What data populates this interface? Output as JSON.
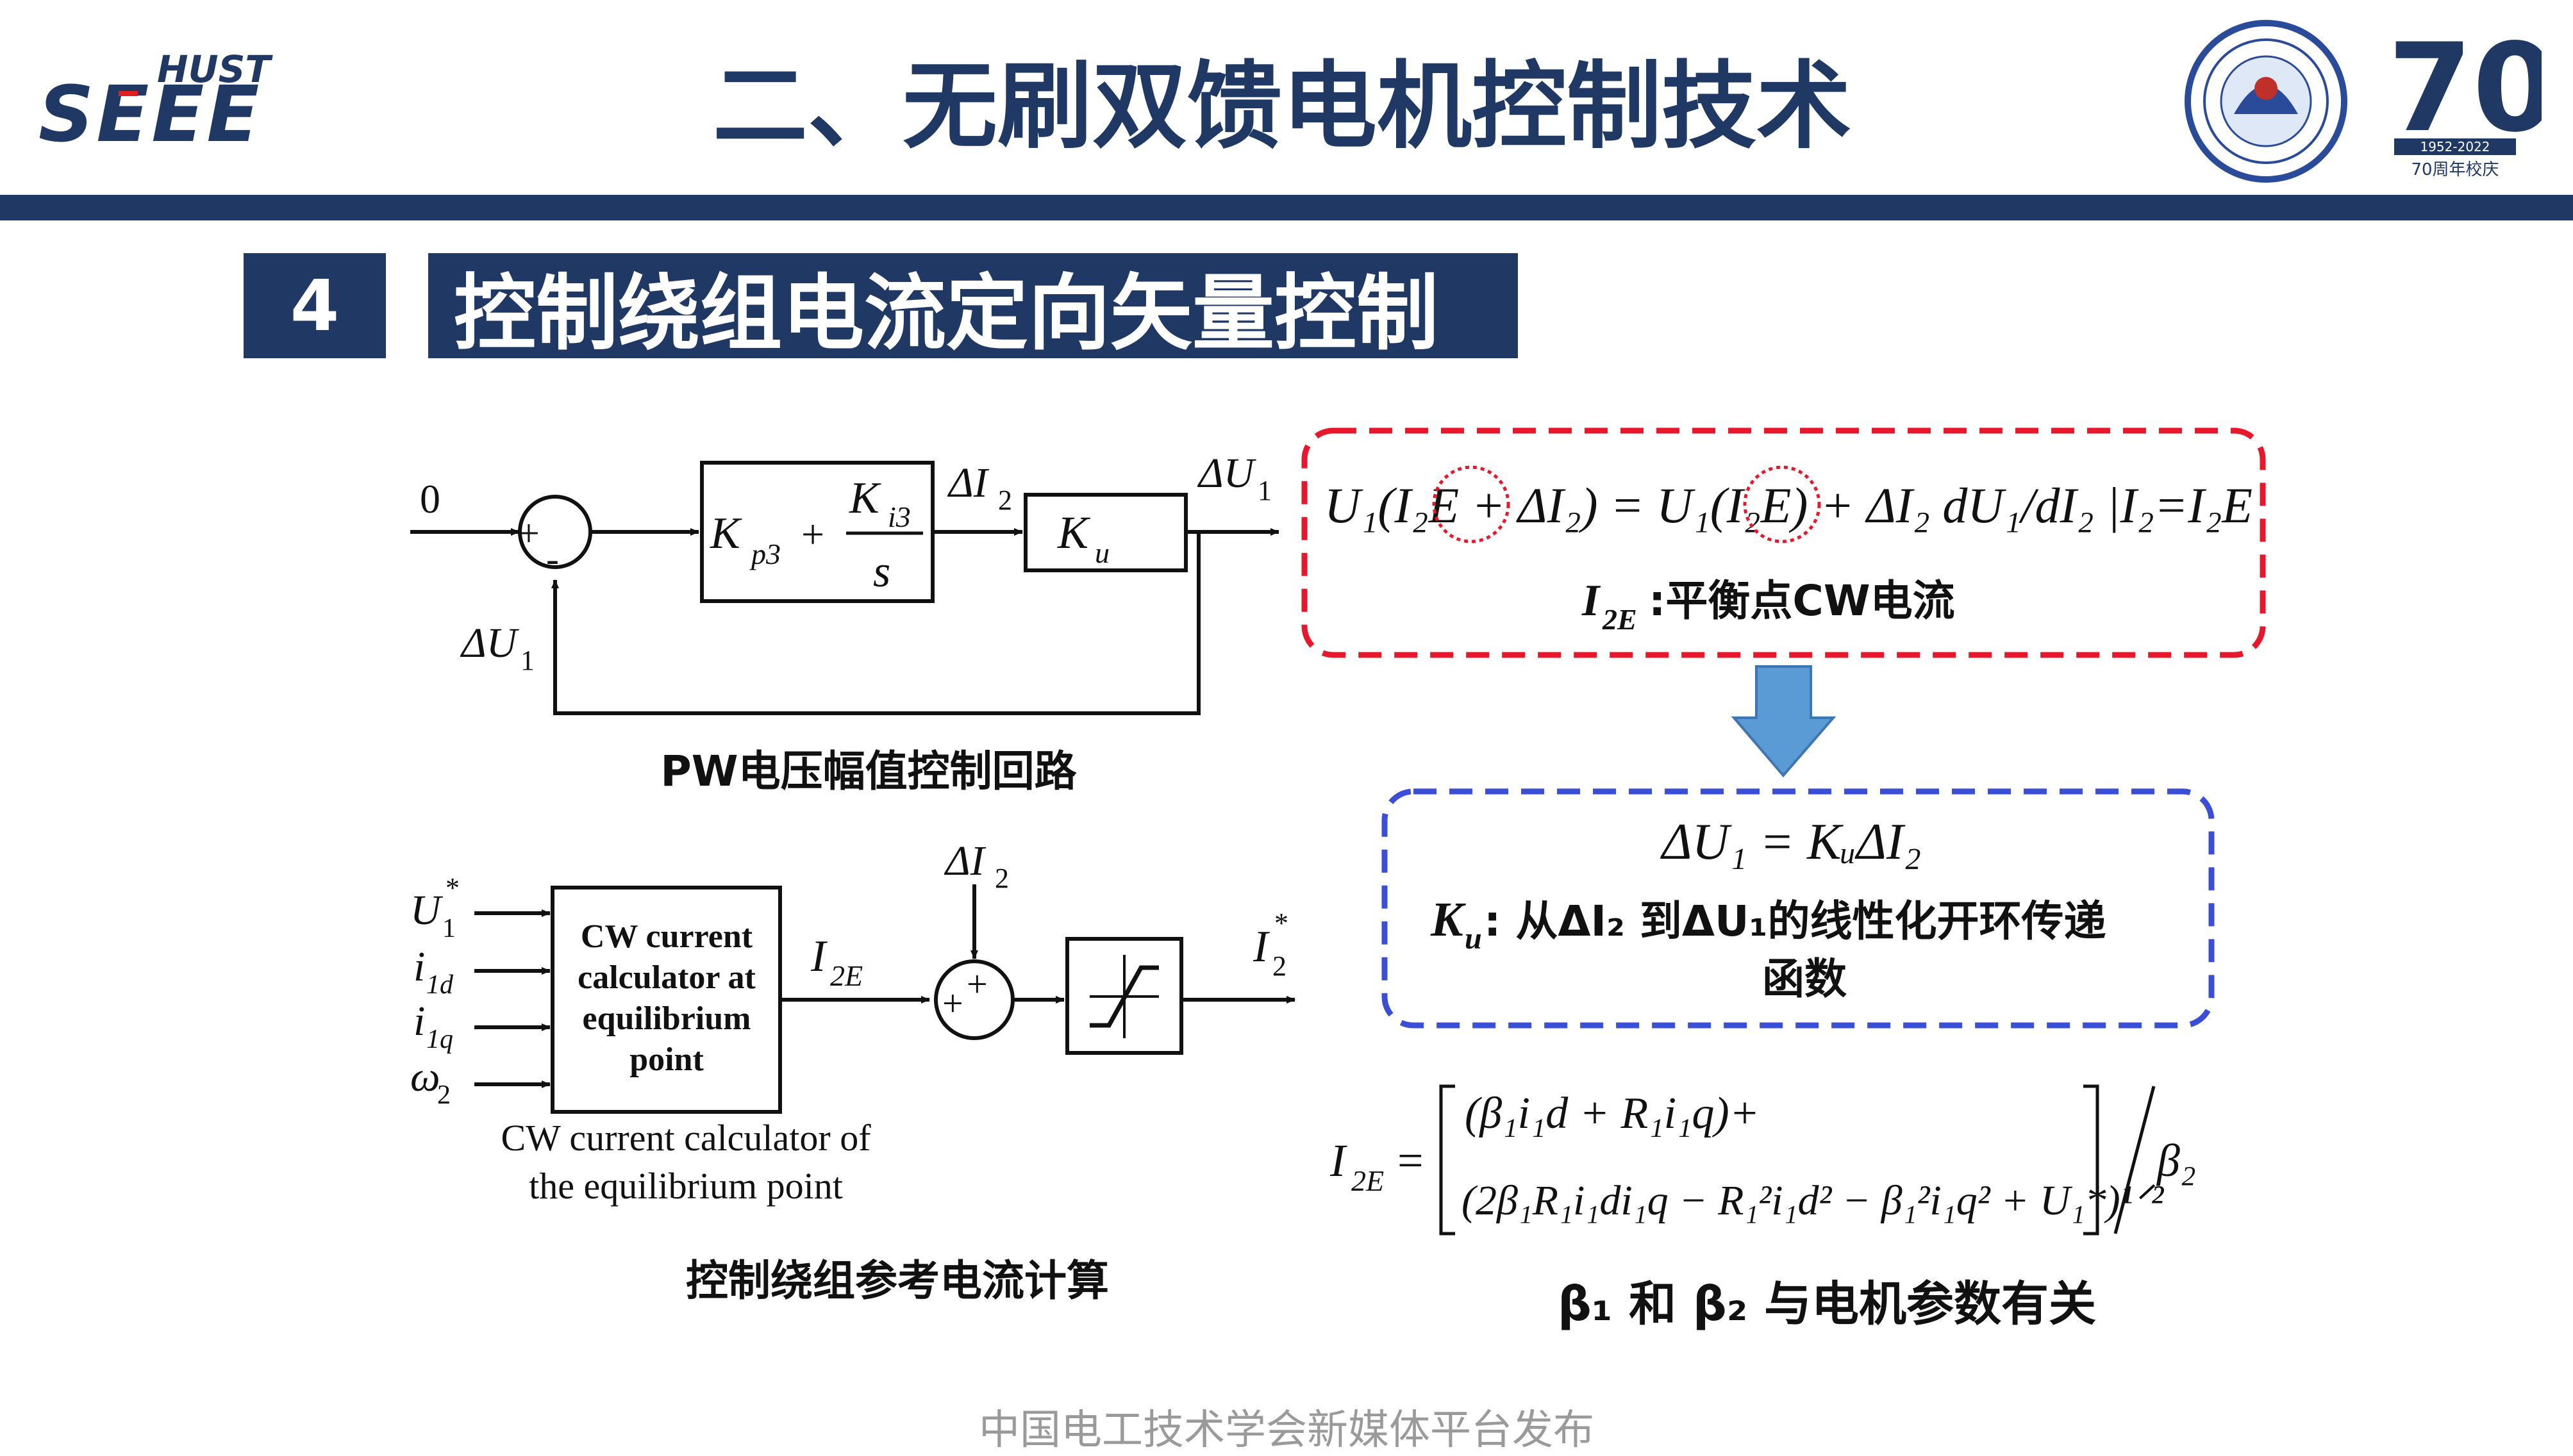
{
  "header": {
    "logo_text_top": "HUST",
    "logo_text_main": "SEEE",
    "title": "二、无刷双馈电机控制技术",
    "badge_70_text": "70",
    "badge_years": "1952-2022",
    "badge_caption": "70周年校庆"
  },
  "section": {
    "number": "4",
    "title": "控制绕组电流定向矢量控制"
  },
  "diagram_top": {
    "input_zero": "0",
    "sum_minus": "-",
    "pi_kp": "K",
    "pi_kp_sub": "p3",
    "pi_plus": "+",
    "pi_ki": "K",
    "pi_ki_sub": "i3",
    "pi_s": "s",
    "signal_dI2": "ΔI",
    "signal_dI2_sub": "2",
    "gain_k": "K",
    "gain_k_sub": "u",
    "output_dU1": "ΔU",
    "output_dU1_sub": "1",
    "feedback_dU1": "ΔU",
    "feedback_dU1_sub": "1",
    "caption": "PW电压幅值控制回路"
  },
  "diagram_bottom": {
    "inputs": [
      "U",
      "i",
      "i",
      "ω"
    ],
    "input_subs": [
      "1",
      "1d",
      "1q",
      "2"
    ],
    "input_star": "*",
    "block_text": [
      "CW current",
      "calculator at",
      "equilibrium",
      "point"
    ],
    "block_note": [
      "CW current calculator of",
      "the equilibrium point"
    ],
    "signal_I2E": "I",
    "signal_I2E_sub": "2E",
    "signal_dI2": "ΔI",
    "signal_dI2_sub": "2",
    "sum_plus": "+",
    "output_I2": "I",
    "output_I2_sub": "2",
    "output_star": "*",
    "caption": "控制绕组参考电流计算"
  },
  "red_box": {
    "equation": "U₁(I₂E + ΔI₂) = U₁(I₂E) + ΔI₂ dU₁/dI₂ |I₂=I₂E",
    "note_symbol": "I",
    "note_symbol_sub": "2E",
    "note_text": ":平衡点CW电流"
  },
  "blue_box": {
    "equation": "ΔU₁ = KᵤΔI₂",
    "note_symbol": "K",
    "note_symbol_sub": "u",
    "note_line1": ": 从ΔI₂ 到ΔU₁的线性化开环传递",
    "note_line2": "函数"
  },
  "formula": {
    "lhs": "I",
    "lhs_sub": "2E",
    "line1": "(β₁i₁d + R₁i₁q)+",
    "line2": "(2β₁R₁i₁di₁q − R₁²i₁d² − β₁²i₁q² + U₁*)¹ᐟ²",
    "divisor": "β₂",
    "note": "β₁ 和 β₂ 与电机参数有关"
  },
  "footer": {
    "text": "中国电工技术学会新媒体平台发布"
  },
  "colors": {
    "navy": "#1f3864",
    "red_dash": "#e8182c",
    "blue_dash": "#3a4fd6",
    "arrow_fill": "#5b9bd5"
  }
}
